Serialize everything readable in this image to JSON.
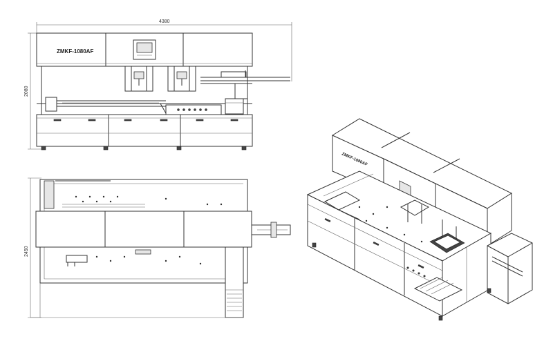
{
  "front_view": {
    "model_label": "ZMKF-1080AF",
    "width_dimension": "4380",
    "height_dimension": "2080"
  },
  "top_view": {
    "depth_dimension": "2450"
  },
  "iso_view": {
    "model_label": "ZMKF-1080AF"
  }
}
